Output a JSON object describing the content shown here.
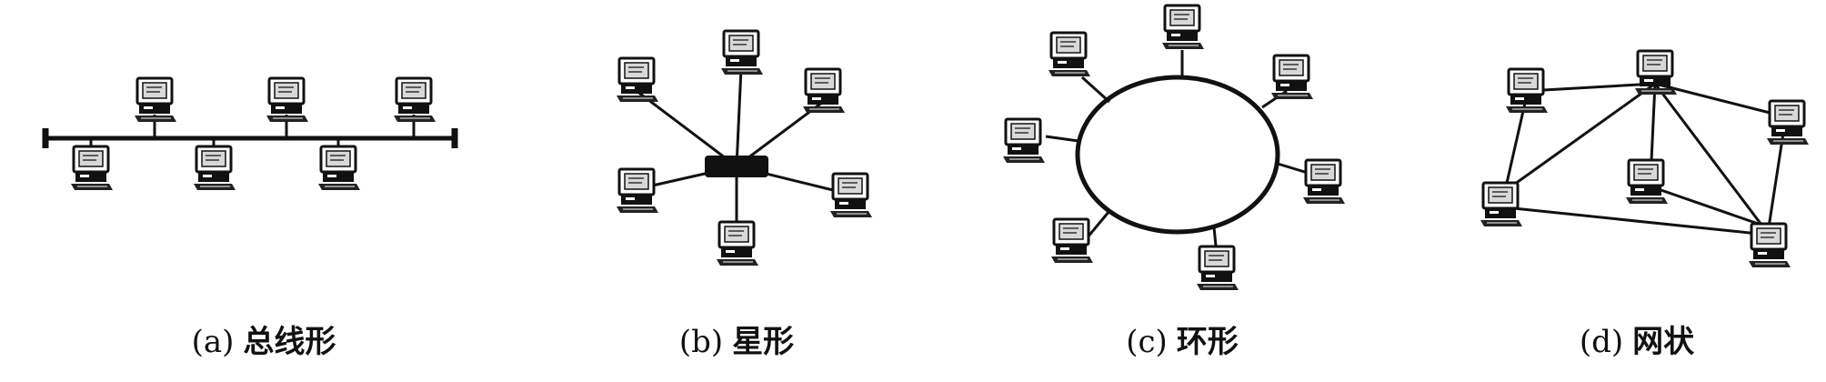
{
  "figure": {
    "panels": [
      {
        "id": "a",
        "letter": "(a)",
        "name": "总线形"
      },
      {
        "id": "b",
        "letter": "(b)",
        "name": "星形"
      },
      {
        "id": "c",
        "letter": "(c)",
        "name": "环形"
      },
      {
        "id": "d",
        "letter": "(d)",
        "name": "网状"
      }
    ]
  },
  "icons": {
    "node": "computer-icon",
    "hub": "hub-icon"
  },
  "colors": {
    "ink": "#111111",
    "background": "#ffffff"
  }
}
